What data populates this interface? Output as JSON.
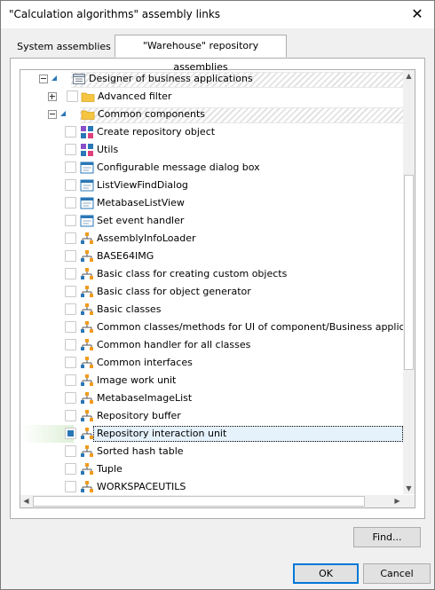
{
  "dialog": {
    "title": "\"Calculation algorithms\" assembly links",
    "close_glyph": "✕"
  },
  "tabs": [
    {
      "label": "System assemblies",
      "active": false
    },
    {
      "label": "\"Warehouse\" repository assemblies",
      "active": true
    }
  ],
  "tree": {
    "rows": [
      {
        "label": "Designer of business applications",
        "level": 0,
        "kind": "folder-root",
        "expander": "minus",
        "check": "partial",
        "icon": "folder-db-icon",
        "header": true
      },
      {
        "label": "Advanced filter",
        "level": 1,
        "kind": "folder",
        "expander": "plus",
        "check": "empty",
        "icon": "folder-icon"
      },
      {
        "label": "Common components",
        "level": 1,
        "kind": "folder",
        "expander": "minus",
        "check": "partial",
        "icon": "folder-icon",
        "header": true
      },
      {
        "label": "Create repository object",
        "level": 2,
        "check": "empty",
        "icon": "blocks-icon"
      },
      {
        "label": "Utils",
        "level": 2,
        "check": "empty",
        "icon": "blocks-icon"
      },
      {
        "label": "Configurable message dialog box",
        "level": 2,
        "check": "empty",
        "icon": "form-icon"
      },
      {
        "label": "ListViewFindDialog",
        "level": 2,
        "check": "empty",
        "icon": "form-icon"
      },
      {
        "label": "MetabaseListView",
        "level": 2,
        "check": "empty",
        "icon": "form-icon"
      },
      {
        "label": "Set event handler",
        "level": 2,
        "check": "empty",
        "icon": "form-icon"
      },
      {
        "label": "AssemblyInfoLoader",
        "level": 2,
        "check": "empty",
        "icon": "unit-icon"
      },
      {
        "label": "BASE64IMG",
        "level": 2,
        "check": "empty",
        "icon": "unit-icon"
      },
      {
        "label": "Basic class for creating custom objects",
        "level": 2,
        "check": "empty",
        "icon": "unit-icon"
      },
      {
        "label": "Basic class for object generator",
        "level": 2,
        "check": "empty",
        "icon": "unit-icon"
      },
      {
        "label": "Basic classes",
        "level": 2,
        "check": "empty",
        "icon": "unit-icon"
      },
      {
        "label": "Common classes/methods for UI of component/Business applications",
        "level": 2,
        "check": "empty",
        "icon": "unit-icon"
      },
      {
        "label": "Common handler for all classes",
        "level": 2,
        "check": "empty",
        "icon": "unit-icon"
      },
      {
        "label": "Common interfaces",
        "level": 2,
        "check": "empty",
        "icon": "unit-icon"
      },
      {
        "label": "Image work unit",
        "level": 2,
        "check": "empty",
        "icon": "unit-icon"
      },
      {
        "label": "MetabaseImageList",
        "level": 2,
        "check": "empty",
        "icon": "unit-icon"
      },
      {
        "label": "Repository buffer",
        "level": 2,
        "check": "empty",
        "icon": "unit-icon"
      },
      {
        "label": "Repository interaction unit",
        "level": 2,
        "check": "partial",
        "icon": "unit-icon",
        "selected": true
      },
      {
        "label": "Sorted hash table",
        "level": 2,
        "check": "empty",
        "icon": "unit-icon"
      },
      {
        "label": "Tuple",
        "level": 2,
        "check": "empty",
        "icon": "unit-icon"
      },
      {
        "label": "WORKSPACEUTILS",
        "level": 2,
        "check": "empty",
        "icon": "unit-icon"
      }
    ]
  },
  "buttons": {
    "find": "Find...",
    "ok": "OK",
    "cancel": "Cancel"
  },
  "colors": {
    "accent": "#0078d7",
    "check_fill": "#2a77b7",
    "folder": "#f5c542",
    "unit_orange": "#f29b1d",
    "unit_blue": "#2a77b7"
  }
}
